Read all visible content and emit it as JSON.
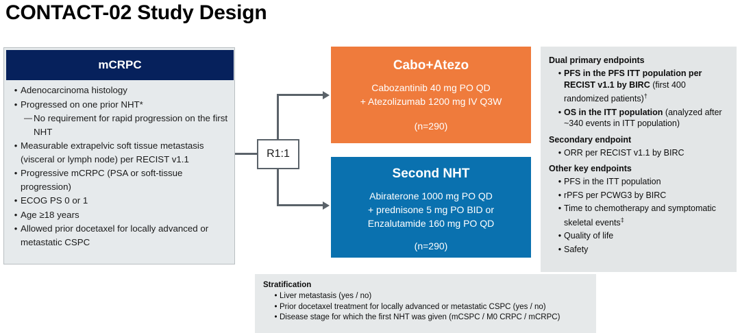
{
  "title": "CONTACT-02 Study Design",
  "colors": {
    "navy": "#06215C",
    "orange": "#EF7B3C",
    "blue": "#0A71AF",
    "panel_gray": "#E3E6E7",
    "connector_gray": "#5A6269"
  },
  "eligibility": {
    "header": "mCRPC",
    "items": [
      {
        "bullet": "•",
        "text": "Adenocarcinoma histology",
        "level": 0
      },
      {
        "bullet": "•",
        "text": "Progressed on one prior NHT*",
        "level": 0
      },
      {
        "bullet": "—",
        "text": "No requirement for rapid progression on the first NHT",
        "level": 1
      },
      {
        "bullet": "•",
        "text": "Measurable extrapelvic soft tissue metastasis (visceral or lymph node) per RECIST v1.1",
        "level": 0
      },
      {
        "bullet": "•",
        "text": "Progressive mCRPC (PSA or soft-tissue progression)",
        "level": 0
      },
      {
        "bullet": "•",
        "text": "ECOG PS 0 or 1",
        "level": 0
      },
      {
        "bullet": "•",
        "text": "Age ≥18 years",
        "level": 0
      },
      {
        "bullet": "•",
        "text": "Allowed prior docetaxel for locally advanced or metastatic CSPC",
        "level": 0
      }
    ]
  },
  "randomization": {
    "label": "R1:1"
  },
  "arms": [
    {
      "name": "Cabo+Atezo",
      "regimen_line1": "Cabozantinib 40 mg PO QD",
      "regimen_line2": "+ Atezolizumab 1200 mg IV Q3W",
      "regimen_line3": "",
      "n": "(n=290)"
    },
    {
      "name": "Second NHT",
      "regimen_line1": "Abiraterone 1000 mg PO QD",
      "regimen_line2": "+ prednisone 5 mg PO BID or",
      "regimen_line3": "Enzalutamide 160 mg PO QD",
      "n": "(n=290)"
    }
  ],
  "endpoints": {
    "primary_heading": "Dual primary endpoints",
    "primary_items": [
      {
        "bold": "PFS in the PFS ITT population per RECIST v1.1 by BIRC",
        "regular": " (first 400 randomized patients)",
        "sup": "†"
      },
      {
        "bold": "OS in the ITT population",
        "regular": " (analyzed after ~340 events in ITT population)",
        "sup": ""
      }
    ],
    "secondary_heading": "Secondary endpoint",
    "secondary_items": [
      {
        "bold": "",
        "regular": "ORR per RECIST v1.1 by BIRC",
        "sup": ""
      }
    ],
    "other_heading": "Other key endpoints",
    "other_items": [
      {
        "bold": "",
        "regular": "PFS in the ITT population",
        "sup": ""
      },
      {
        "bold": "",
        "regular": "rPFS per PCWG3 by BIRC",
        "sup": ""
      },
      {
        "bold": "",
        "regular": "Time to chemotherapy and symptomatic skeletal events",
        "sup": "‡"
      },
      {
        "bold": "",
        "regular": "Quality of life",
        "sup": ""
      },
      {
        "bold": "",
        "regular": "Safety",
        "sup": ""
      }
    ]
  },
  "stratification": {
    "heading": "Stratification",
    "items": [
      "Liver metastasis (yes / no)",
      "Prior docetaxel treatment for locally advanced or metastatic  CSPC (yes / no)",
      "Disease stage for which the first NHT was given (mCSPC / M0 CRPC / mCRPC)"
    ]
  }
}
